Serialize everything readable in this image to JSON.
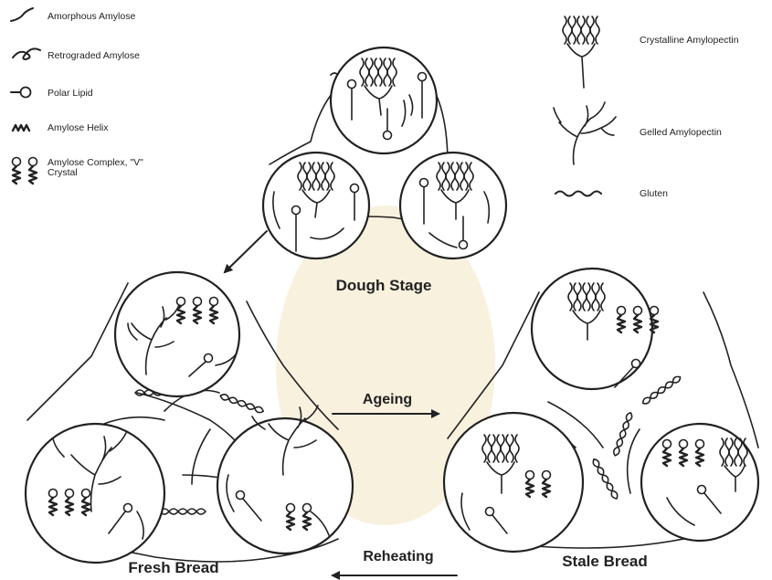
{
  "legend_left": [
    {
      "icon": "amorphous-amylose-icon",
      "label": "Amorphous Amylose"
    },
    {
      "icon": "retrograded-amylose-icon",
      "label": "Retrograded Amylose"
    },
    {
      "icon": "polar-lipid-icon",
      "label": "Polar Lipid"
    },
    {
      "icon": "amylose-helix-icon",
      "label": "Amylose Helix"
    },
    {
      "icon": "amylose-complex-icon",
      "label": "Amylose Complex, \"V\"",
      "label2": "Crystal"
    }
  ],
  "legend_right": [
    {
      "icon": "crystalline-amylopectin-icon",
      "label": "Crystalline Amylopectin"
    },
    {
      "icon": "gelled-amylopectin-icon",
      "label": "Gelled Amylopectin"
    },
    {
      "icon": "gluten-icon",
      "label": "Gluten"
    }
  ],
  "stages": {
    "dough": "Dough Stage",
    "fresh": "Fresh Bread",
    "stale": "Stale Bread"
  },
  "transitions": {
    "ageing": "Ageing",
    "reheating": "Reheating"
  }
}
